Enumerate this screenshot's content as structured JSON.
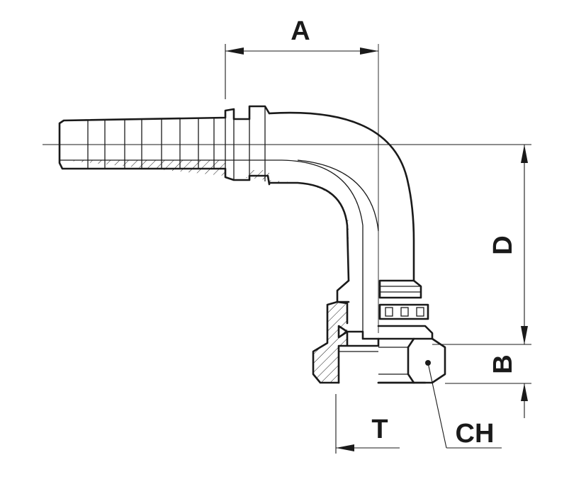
{
  "dimensions": {
    "a": "A",
    "d": "D",
    "b": "B",
    "t": "T",
    "ch": "CH"
  },
  "colors": {
    "ink": "#1a1a1a",
    "background": "#ffffff"
  }
}
